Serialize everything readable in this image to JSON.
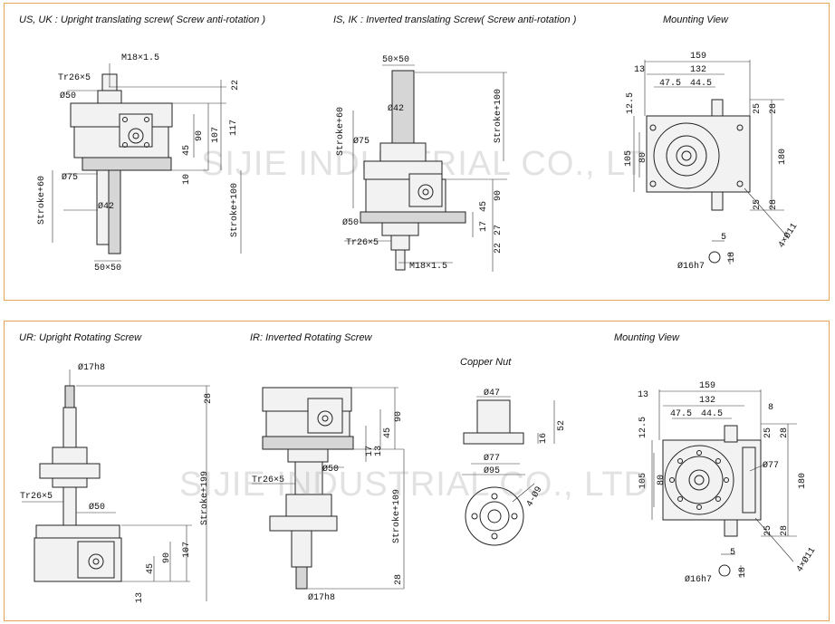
{
  "titles": {
    "us_uk": "US, UK : Upright translating screw( Screw anti-rotation )",
    "is_ik": "IS, IK : Inverted translating Screw( Screw anti-rotation )",
    "mounting_top": "Mounting View",
    "ur": "UR: Upright Rotating Screw",
    "ir": "IR: Inverted Rotating Screw",
    "copper_nut": "Copper Nut",
    "mounting_bottom": "Mounting View"
  },
  "watermark": {
    "top": "SIJIE INDUSTRIAL CO., LTD",
    "bottom": "SIJIE INDUSTRIAL CO., LTD"
  },
  "dims_us": {
    "m18": "M18×1.5",
    "tr26": "Tr26×5",
    "d50": "Ø50",
    "d75": "Ø75",
    "d42": "Ø42",
    "stroke60": "Stroke+60",
    "stroke100": "Stroke+100",
    "sq50": "50×50",
    "v22": "22",
    "v90": "90",
    "v107": "107",
    "v117": "117",
    "v45": "45",
    "v10": "10"
  },
  "dims_is": {
    "sq50": "50×50",
    "d42": "Ø42",
    "stroke60": "Stroke+60",
    "stroke100": "Stroke+100",
    "d75": "Ø75",
    "v90": "90",
    "v45": "45",
    "d50": "Ø50",
    "v17": "17",
    "v27": "27",
    "tr26": "Tr26×5",
    "v22": "22",
    "m18": "M18×1.5"
  },
  "dims_mount_top": {
    "w159": "159",
    "w132": "132",
    "w13": "13",
    "w47": "47.5",
    "w44": "44.5",
    "v12": "12.5",
    "v105": "105",
    "v80": "80",
    "v180": "180",
    "v25a": "25",
    "v28a": "28",
    "v25b": "25",
    "v28b": "28",
    "holes": "4×Ø11",
    "key5": "5",
    "key18": "18",
    "shaft": "Ø16h7"
  },
  "dims_ur": {
    "d17": "Ø17h8",
    "v28": "28",
    "tr26": "Tr26×5",
    "d50": "Ø50",
    "stroke199": "Stroke+199",
    "v107": "107",
    "v90": "90",
    "v45": "45",
    "v13": "13"
  },
  "dims_ir": {
    "v90": "90",
    "v45": "45",
    "v17": "17",
    "v13": "13",
    "d50": "Ø50",
    "tr26": "Tr26×5",
    "stroke109": "Stroke+109",
    "v28": "28",
    "d17": "Ø17h8"
  },
  "dims_nut": {
    "d47": "Ø47",
    "v52": "52",
    "v16": "16",
    "d77": "Ø77",
    "d95": "Ø95",
    "holes": "4-Ø9"
  },
  "dims_mount_bottom": {
    "w159": "159",
    "w132": "132",
    "w13": "13",
    "w8": "8",
    "w47": "47.5",
    "w44": "44.5",
    "v12": "12.5",
    "v105": "105",
    "v80": "80",
    "v180": "180",
    "d77": "Ø77",
    "v25a": "25",
    "v28a": "28",
    "v25b": "25",
    "v28b": "28",
    "holes": "4×Ø11",
    "key5": "5",
    "key18": "18",
    "shaft": "Ø16h7"
  }
}
